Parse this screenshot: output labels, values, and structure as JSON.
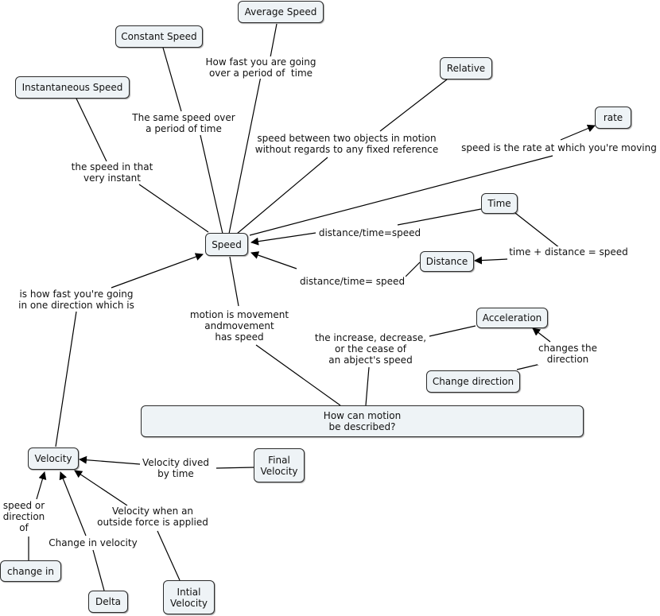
{
  "nodes": {
    "speed": "Speed",
    "average_speed": "Average Speed",
    "constant_speed": "Constant Speed",
    "instantaneous_speed": "Instantaneous Speed",
    "relative": "Relative",
    "rate": "rate",
    "time": "Time",
    "distance": "Distance",
    "acceleration": "Acceleration",
    "change_direction": "Change direction",
    "how_can_motion": "How can motion\nbe described?",
    "velocity": "Velocity",
    "final_velocity": "Final\nVelocity",
    "change_in": "change in",
    "delta": "Delta",
    "initial_velocity": "Intial\nVelocity"
  },
  "links": {
    "how_fast_period": "How fast you are going\nover a period of  time",
    "same_speed": "The same speed over\na period of time",
    "speed_instant": "the speed in that\nvery instant",
    "speed_between": "speed between two objects in motion\nwithout regards to any fixed reference",
    "speed_rate": "speed is the rate at which you're moving",
    "dist_time_speed_1": "distance/time=speed",
    "time_plus_distance": "time + distance = speed",
    "dist_time_speed_2": "distance/time= speed",
    "motion_movement": "motion is movement\nandmovement\nhas speed",
    "increase_decrease": "the increase, decrease,\nor the cease of\nan abject's speed",
    "changes_direction": "changes the\ndirection",
    "how_fast_direction": "is how fast you're going\nin one direction which is",
    "velocity_dived": "Velocity dived\nby time",
    "velocity_force": "Velocity when an\noutside force is applied",
    "change_velocity": "Change in velocity",
    "speed_or_direction": "speed or\ndirection\nof"
  }
}
